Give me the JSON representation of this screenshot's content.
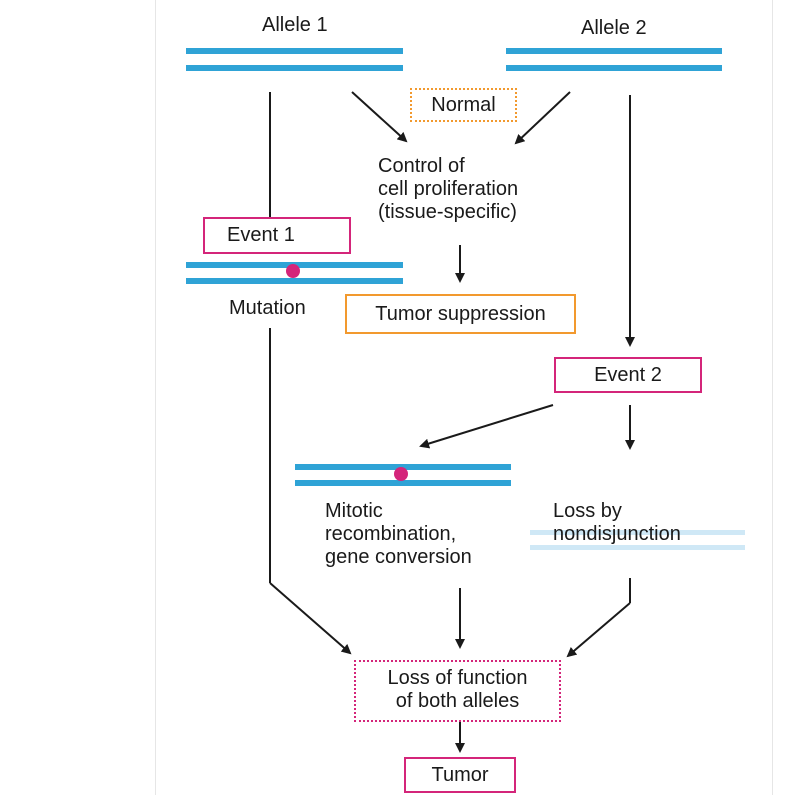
{
  "colors": {
    "chromosome": "#2fa3d6",
    "chromosome_faded": "#cfe8f6",
    "mutation_dot": "#d4257a",
    "pink": "#d4257a",
    "orange": "#f2992e",
    "arrow": "#1a1a1a"
  },
  "labels": {
    "allele1": "Allele 1",
    "allele2": "Allele 2",
    "normal": "Normal",
    "control_line1": "Control of",
    "control_line2": "cell proliferation",
    "control_line3": "(tissue-specific)",
    "event1": "Event 1",
    "mutation": "Mutation",
    "tumor_suppression": "Tumor suppression",
    "event2": "Event 2",
    "mitotic_line1": "Mitotic",
    "mitotic_line2": "recombination,",
    "mitotic_line3": "gene conversion",
    "loss_line1": "Loss by",
    "loss_line2": "nondisjunction",
    "loss_func_line1": "Loss of function",
    "loss_func_line2": "of both alleles",
    "tumor": "Tumor"
  }
}
